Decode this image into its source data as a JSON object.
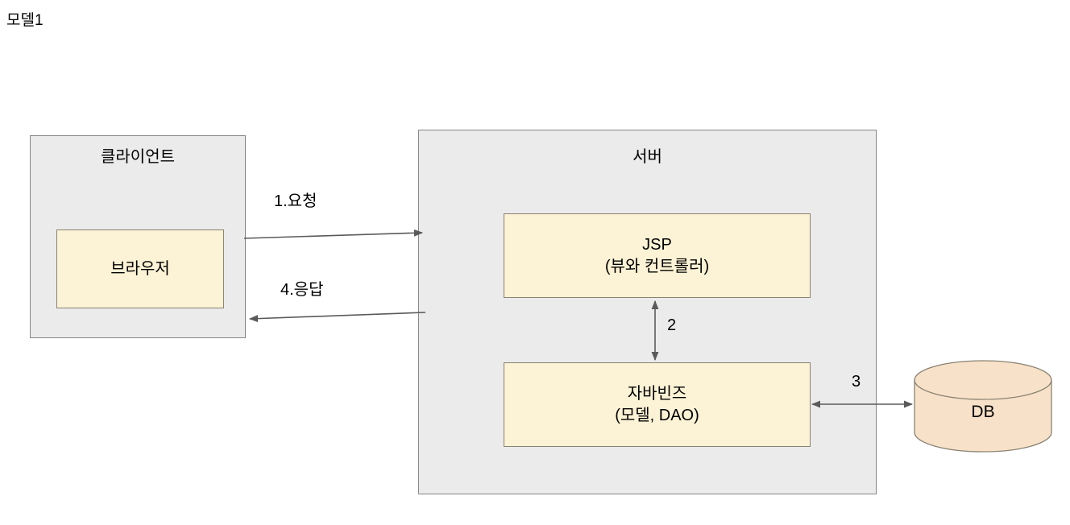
{
  "title": "모델1",
  "diagram": {
    "type": "architecture-flow",
    "client": {
      "label": "클라이언트",
      "child": {
        "label": "브라우저"
      }
    },
    "server": {
      "label": "서버",
      "children": [
        {
          "name": "jsp",
          "line1": "JSP",
          "line2": "(뷰와 컨트롤러)"
        },
        {
          "name": "javabeans",
          "line1": "자바빈즈",
          "line2": "(모델, DAO)"
        }
      ]
    },
    "database": {
      "label": "DB"
    },
    "edges": [
      {
        "id": "request",
        "label": "1.요청",
        "from": "브라우저",
        "to": "서버",
        "direction": "forward"
      },
      {
        "id": "response",
        "label": "4.응답",
        "from": "서버",
        "to": "브라우저",
        "direction": "forward"
      },
      {
        "id": "jsp-beans",
        "label": "2",
        "from": "JSP",
        "to": "자바빈즈",
        "direction": "both"
      },
      {
        "id": "beans-db",
        "label": "3",
        "from": "자바빈즈",
        "to": "DB",
        "direction": "both"
      }
    ]
  },
  "colors": {
    "container_fill": "#ebebeb",
    "container_stroke": "#868686",
    "node_fill": "#fcf2d5",
    "node_stroke": "#8a8271",
    "db_fill": "#f7e2c9",
    "db_stroke": "#8a8271",
    "arrow_stroke": "#5a5a5a",
    "text": "#000000",
    "background": "#ffffff"
  }
}
